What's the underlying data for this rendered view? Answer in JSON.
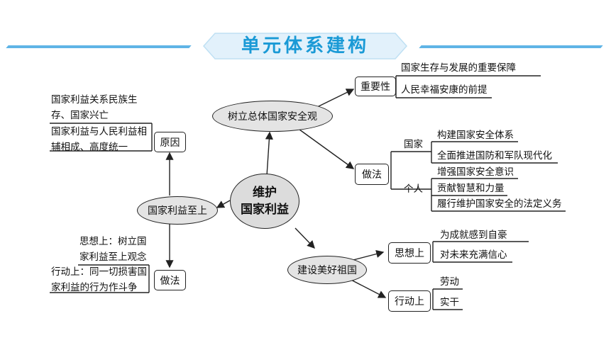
{
  "banner": {
    "title": "单元体系建构"
  },
  "center": {
    "line1": "维护",
    "line2": "国家利益"
  },
  "security": {
    "title": "树立总体国家安全观",
    "importance": {
      "label": "重要性",
      "items": [
        "国家生存与发展的重要保障",
        "人民幸福安康的前提"
      ]
    },
    "practice": {
      "label": "做法",
      "country": {
        "label": "国家",
        "items": [
          "构建国家安全体系",
          "全面推进国防和军队现代化"
        ]
      },
      "individual": {
        "label": "个人",
        "items": [
          "增强国家安全意识",
          "贡献智慧和力量",
          "履行维护国家安全的法定义务"
        ]
      }
    }
  },
  "supreme": {
    "title": "国家利益至上",
    "reason": {
      "label": "原因",
      "items": [
        "国家利益关系民族生存、国家兴亡",
        "国家利益与人民利益相辅相成、高度统一"
      ]
    },
    "practice": {
      "label": "做法",
      "items": [
        "思想上：树立国家利益至上观念",
        "行动上：同一切损害国家利益的行为作斗争"
      ]
    }
  },
  "homeland": {
    "title": "建设美好祖国",
    "thought": {
      "label": "思想上",
      "items": [
        "为成就感到自豪",
        "对未来充满信心"
      ]
    },
    "action": {
      "label": "行动上",
      "items": [
        "劳动",
        "实干"
      ]
    }
  }
}
